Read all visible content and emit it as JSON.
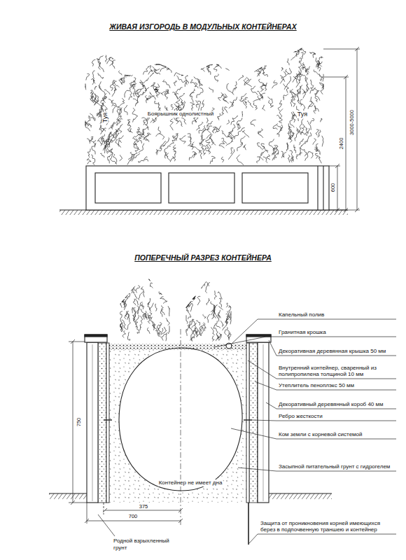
{
  "diagram": {
    "title": "ЖИВАЯ ИЗГОРОДЬ В МОДУЛЬНЫХ КОНТЕЙНЕРАХ",
    "labels": [
      "Туя",
      "Боярышник однолистный",
      "Туя",
      "3000-5000",
      "2400",
      "600",
      "ПОПЕРЕЧНЫЙ РАЗРЕЗ КОНТЕЙНЕРА",
      "Капельный полив",
      "Гранитная крошка",
      "Декоративная деревянная крышка 50 мм",
      "Внутренний контейнер, сваренный из полипропилена толщиной 10 мм",
      "Утеплитель пеноплэкс 50 мм",
      "Декоративный деревянный короб 40 мм",
      "Ребро жесткости",
      "Ком земли с корневой системой",
      "Засыпной питательный грунт с гидрогелем",
      "750",
      "Контейнер не имеет дна",
      "375",
      "700",
      "Защита от проникновения корней имеющихся берез в подпочвенную траншею и контейнер",
      "Родной взрыхленный грунт"
    ]
  }
}
